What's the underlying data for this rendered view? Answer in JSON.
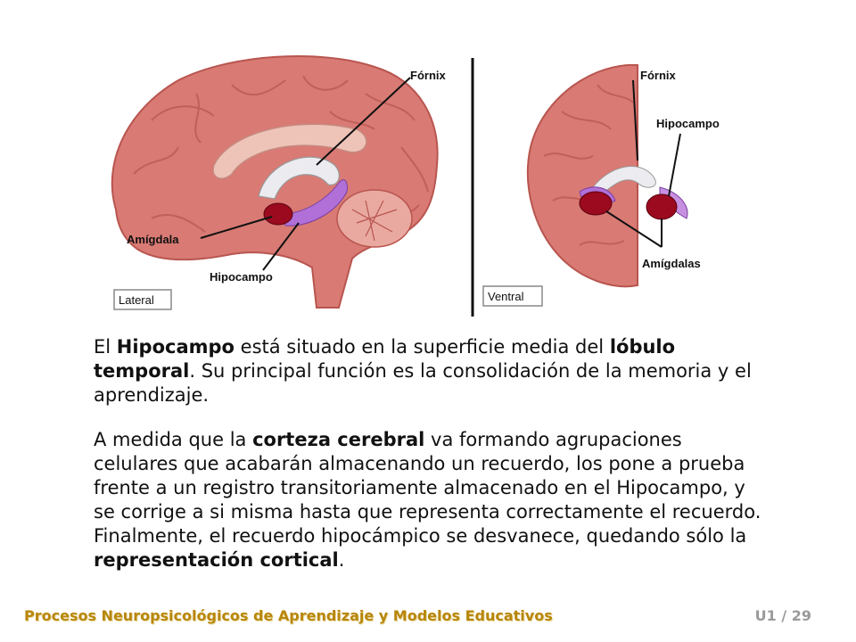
{
  "figure": {
    "lateral": {
      "labels": {
        "fornix": "Fórnix",
        "amigdala": "Amígdala",
        "hipocampo": "Hipocampo"
      },
      "view_label": "Lateral"
    },
    "ventral": {
      "labels": {
        "fornix": "Fórnix",
        "hipocampo": "Hipocampo",
        "amigdalas": "Amígdalas"
      },
      "view_label": "Ventral"
    }
  },
  "paragraph1": [
    {
      "text": "El ",
      "bold": false
    },
    {
      "text": "Hipocampo",
      "bold": true
    },
    {
      "text": " está situado en la superficie media del ",
      "bold": false
    },
    {
      "text": "lóbulo temporal",
      "bold": true
    },
    {
      "text": ". Su principal función es la consolidación de la memoria y el aprendizaje.",
      "bold": false
    }
  ],
  "paragraph2": [
    {
      "text": "A medida que la ",
      "bold": false
    },
    {
      "text": "corteza cerebral",
      "bold": true
    },
    {
      "text": " va formando agrupaciones celulares que acabarán almacenando un recuerdo, los pone a prueba frente a un registro transitoriamente almacenado en el Hipocampo, y se corrige a si misma hasta que representa correctamente el recuerdo. Finalmente, el recuerdo hipocámpico se desvanece, quedando sólo la ",
      "bold": false
    },
    {
      "text": "representación cortical",
      "bold": true
    },
    {
      "text": ".",
      "bold": false
    }
  ],
  "footer": {
    "course_title": "Procesos Neuropsicológicos de Aprendizaje y Modelos Educativos",
    "page_indicator": "U1 / 29"
  },
  "colors": {
    "brain": "#d97a74",
    "brain_dark": "#b8554f",
    "amygdala": "#9b0a1e",
    "hippocampus": "#b070d8",
    "fornix": "#e8e8ea",
    "footer_title": "#b8860b",
    "footer_page": "#9a9a9a"
  }
}
